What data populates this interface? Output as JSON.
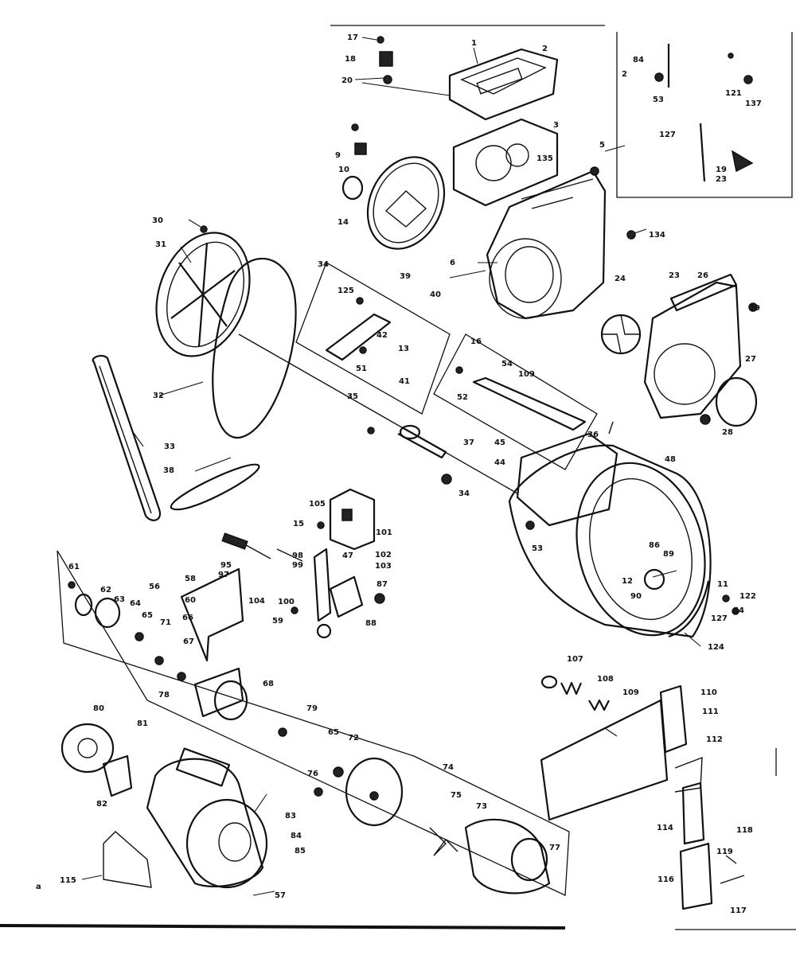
{
  "callouts": [
    {
      "id": "c17",
      "text": "17"
    },
    {
      "id": "c18",
      "text": "18"
    },
    {
      "id": "c20",
      "text": "20"
    },
    {
      "id": "c1",
      "text": "1"
    },
    {
      "id": "c2",
      "text": "2"
    },
    {
      "id": "c3",
      "text": "3"
    },
    {
      "id": "c84a",
      "text": "84"
    },
    {
      "id": "c2b",
      "text": "2"
    },
    {
      "id": "c53a",
      "text": "53"
    },
    {
      "id": "c121",
      "text": "121"
    },
    {
      "id": "c137",
      "text": "137"
    },
    {
      "id": "c127a",
      "text": "127"
    },
    {
      "id": "c19",
      "text": "19"
    },
    {
      "id": "c23b",
      "text": "23"
    },
    {
      "id": "c9",
      "text": "9"
    },
    {
      "id": "c10",
      "text": "10"
    },
    {
      "id": "c14",
      "text": "14"
    },
    {
      "id": "c5",
      "text": "5"
    },
    {
      "id": "c135",
      "text": "135"
    },
    {
      "id": "c134",
      "text": "134"
    },
    {
      "id": "c30",
      "text": "30"
    },
    {
      "id": "c31",
      "text": "31"
    },
    {
      "id": "c34",
      "text": "34"
    },
    {
      "id": "c39",
      "text": "39"
    },
    {
      "id": "c40",
      "text": "40"
    },
    {
      "id": "c6",
      "text": "6"
    },
    {
      "id": "c24",
      "text": "24"
    },
    {
      "id": "c23",
      "text": "23"
    },
    {
      "id": "c26",
      "text": "26"
    },
    {
      "id": "c29",
      "text": "29"
    },
    {
      "id": "c27",
      "text": "27"
    },
    {
      "id": "c28",
      "text": "28"
    },
    {
      "id": "c125",
      "text": "125"
    },
    {
      "id": "c42",
      "text": "42"
    },
    {
      "id": "c13",
      "text": "13"
    },
    {
      "id": "c51",
      "text": "51"
    },
    {
      "id": "c32",
      "text": "32"
    },
    {
      "id": "c35",
      "text": "35"
    },
    {
      "id": "c41",
      "text": "41"
    },
    {
      "id": "c16",
      "text": "16"
    },
    {
      "id": "c52",
      "text": "52"
    },
    {
      "id": "c54",
      "text": "54"
    },
    {
      "id": "c109",
      "text": "109"
    },
    {
      "id": "c36",
      "text": "36"
    },
    {
      "id": "c37",
      "text": "37"
    },
    {
      "id": "c45",
      "text": "45"
    },
    {
      "id": "c44",
      "text": "44"
    },
    {
      "id": "c48",
      "text": "48"
    },
    {
      "id": "c33",
      "text": "33"
    },
    {
      "id": "c38",
      "text": "38"
    },
    {
      "id": "c34b",
      "text": "34"
    },
    {
      "id": "c105",
      "text": "105"
    },
    {
      "id": "c101",
      "text": "101"
    },
    {
      "id": "c15",
      "text": "15"
    },
    {
      "id": "c47",
      "text": "47"
    },
    {
      "id": "c102",
      "text": "102"
    },
    {
      "id": "c103",
      "text": "103"
    },
    {
      "id": "c53",
      "text": "53"
    },
    {
      "id": "c86",
      "text": "86"
    },
    {
      "id": "c89",
      "text": "89"
    },
    {
      "id": "c12",
      "text": "12"
    },
    {
      "id": "c90",
      "text": "90"
    },
    {
      "id": "c11",
      "text": "11"
    },
    {
      "id": "c122",
      "text": "122"
    },
    {
      "id": "c127",
      "text": "127"
    },
    {
      "id": "c54b",
      "text": "54"
    },
    {
      "id": "c124",
      "text": "124"
    },
    {
      "id": "c95",
      "text": "95"
    },
    {
      "id": "c97",
      "text": "97"
    },
    {
      "id": "c98",
      "text": "98"
    },
    {
      "id": "c99",
      "text": "99"
    },
    {
      "id": "c104",
      "text": "104"
    },
    {
      "id": "c100",
      "text": "100"
    },
    {
      "id": "c59",
      "text": "59"
    },
    {
      "id": "c87",
      "text": "87"
    },
    {
      "id": "c88",
      "text": "88"
    },
    {
      "id": "c61",
      "text": "61"
    },
    {
      "id": "c62",
      "text": "62"
    },
    {
      "id": "c63",
      "text": "63"
    },
    {
      "id": "c56",
      "text": "56"
    },
    {
      "id": "c58",
      "text": "58"
    },
    {
      "id": "c60",
      "text": "60"
    },
    {
      "id": "c64",
      "text": "64"
    },
    {
      "id": "c65",
      "text": "65"
    },
    {
      "id": "c71",
      "text": "71"
    },
    {
      "id": "c66",
      "text": "66"
    },
    {
      "id": "c67",
      "text": "67"
    },
    {
      "id": "c78",
      "text": "78"
    },
    {
      "id": "c68",
      "text": "68"
    },
    {
      "id": "c107",
      "text": "107"
    },
    {
      "id": "c108",
      "text": "108"
    },
    {
      "id": "c109b",
      "text": "109"
    },
    {
      "id": "c110",
      "text": "110"
    },
    {
      "id": "c111",
      "text": "111"
    },
    {
      "id": "c112",
      "text": "112"
    },
    {
      "id": "c80",
      "text": "80"
    },
    {
      "id": "c81",
      "text": "81"
    },
    {
      "id": "c82",
      "text": "82"
    },
    {
      "id": "c79",
      "text": "79"
    },
    {
      "id": "c65b",
      "text": "65"
    },
    {
      "id": "c72",
      "text": "72"
    },
    {
      "id": "c76",
      "text": "76"
    },
    {
      "id": "c74",
      "text": "74"
    },
    {
      "id": "c75",
      "text": "75"
    },
    {
      "id": "c73",
      "text": "73"
    },
    {
      "id": "c77",
      "text": "77"
    },
    {
      "id": "c83",
      "text": "83"
    },
    {
      "id": "c84",
      "text": "84"
    },
    {
      "id": "c85",
      "text": "85"
    },
    {
      "id": "c115",
      "text": "115"
    },
    {
      "id": "c57",
      "text": "57"
    },
    {
      "id": "c114",
      "text": "114"
    },
    {
      "id": "c116",
      "text": "116"
    },
    {
      "id": "c118",
      "text": "118"
    },
    {
      "id": "c119",
      "text": "119"
    },
    {
      "id": "c117",
      "text": "117"
    }
  ],
  "corner_mark": "a"
}
